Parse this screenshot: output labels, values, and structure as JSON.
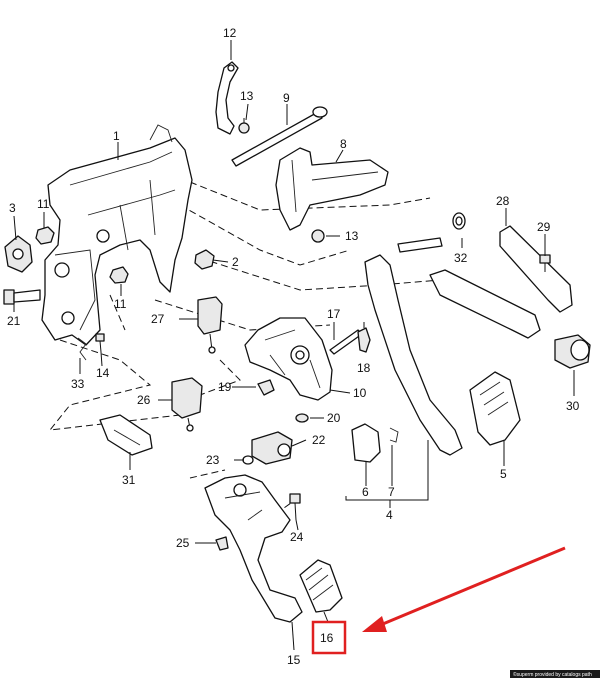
{
  "diagram": {
    "part_numbers": {
      "p1": "1",
      "p2": "2",
      "p3": "3",
      "p4": "4",
      "p5": "5",
      "p6": "6",
      "p7": "7",
      "p8": "8",
      "p9": "9",
      "p10": "10",
      "p11a": "11",
      "p11b": "11",
      "p12": "12",
      "p13a": "13",
      "p13b": "13",
      "p14": "14",
      "p15": "15",
      "p16": "16",
      "p17": "17",
      "p18": "18",
      "p19": "19",
      "p20": "20",
      "p21": "21",
      "p22": "22",
      "p23": "23",
      "p24": "24",
      "p25": "25",
      "p26": "26",
      "p27": "27",
      "p28": "28",
      "p29": "29",
      "p30": "30",
      "p31": "31",
      "p32": "32",
      "p33": "33"
    },
    "highlight": {
      "part": "16",
      "color": "#e02020"
    },
    "footer": {
      "text": "©superm provided by catalogs path"
    }
  }
}
